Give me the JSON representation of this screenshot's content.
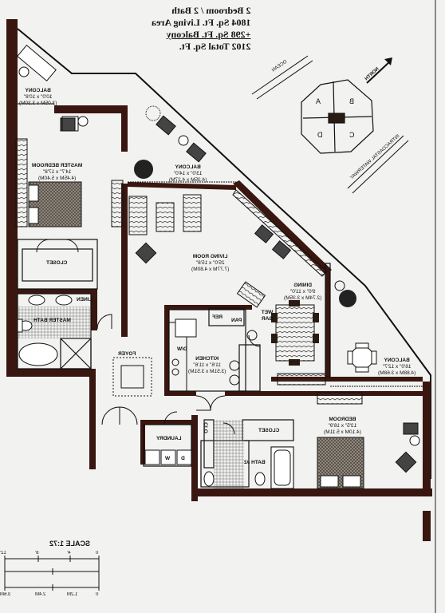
{
  "header": {
    "line1": "2 Bedroom / 2 Bath",
    "line2": "1804 Sq. Ft. Living Area",
    "line3": "+298 Sq. Ft. Balcony",
    "line4": "2102 Total Sq. Ft."
  },
  "compass": {
    "north": "NORTH"
  },
  "site": {
    "ocean": "OCEAN",
    "waterway": "INTRACOASTAL WATERWAY",
    "units": [
      "A",
      "B",
      "C",
      "D"
    ]
  },
  "rooms": {
    "balcony_top": {
      "name": "BALCONY",
      "dims": "10'0\" x 10'8\"",
      "metric": "(3.05M x 3.30M)"
    },
    "master_bedroom": {
      "name": "MASTER BEDROOM",
      "dims": "14'7\" x 17'8\"",
      "metric": "(4.45M x 5.40M)"
    },
    "balcony_mid": {
      "name": "BALCONY",
      "dims": "13'0\" x 14'0\"",
      "metric": "(4.35M x 4.27M)"
    },
    "closet_master": {
      "name": "CLOSET"
    },
    "living_room": {
      "name": "LIVING ROOM",
      "dims": "25'0\" x 15'8\"",
      "metric": "(7.77M x 4.80M)"
    },
    "linen": {
      "name": "LINEN"
    },
    "master_bath": {
      "name": "MASTER BATH"
    },
    "dining": {
      "name": "DINING",
      "dims": "9'0\" x 11'0\"",
      "metric": "(2.74M x 3.35M)"
    },
    "ref": {
      "name": "REF"
    },
    "pan": {
      "name": "PAN"
    },
    "wet_bar": {
      "name": "WET BAR"
    },
    "dw": {
      "name": "D/W"
    },
    "kitchen": {
      "name": "KITCHEN",
      "dims": "11'6\" x 11'6\"",
      "metric": "(3.51M x 3.51M)"
    },
    "foyer": {
      "name": "FOYER"
    },
    "balcony_right": {
      "name": "BALCONY",
      "dims": "16'0\" x 12'7\"",
      "metric": "(4.88M x 3.68M)"
    },
    "laundry": {
      "name": "LAUNDRY"
    },
    "w": {
      "name": "W"
    },
    "d": {
      "name": "D"
    },
    "closet_lower": {
      "name": "CLOSET"
    },
    "bath2": {
      "name": "BATH #2"
    },
    "bedroom": {
      "name": "BEDROOM",
      "dims": "13'5\" x 16'9\"",
      "metric": "(4.10M x 5.11M)"
    },
    "clo": {
      "name": "CLO"
    }
  },
  "scale": {
    "label": "SCALE 1:72",
    "ticks_ft": [
      "12'",
      "8'",
      "4'",
      "0"
    ],
    "ticks_m": [
      "3.6M",
      "2.4M",
      "1.2M",
      "0"
    ]
  }
}
